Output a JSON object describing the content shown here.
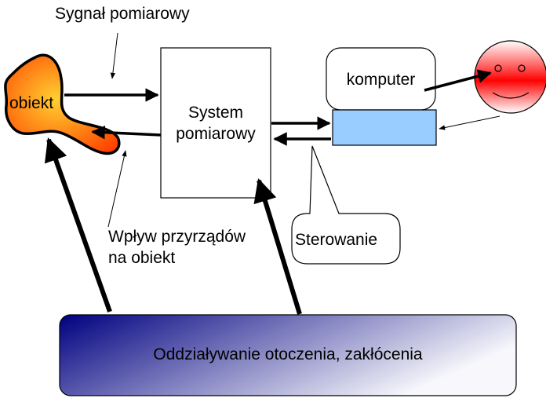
{
  "labels": {
    "measurement_signal": "Sygnał pomiarowy",
    "object": "obiekt",
    "system_line1": "System",
    "system_line2": "pomiarowy",
    "computer": "komputer",
    "instrument_influence_line1": "Wpływ przyrządów",
    "instrument_influence_line2": "na obiekt",
    "control": "Sterowanie",
    "environment": "Oddziaływanie otoczenia, zakłócenia"
  },
  "colors": {
    "object_fill_inner": "#ffd030",
    "object_fill_outer": "#ff4000",
    "interface_box": "#99ccff",
    "environment_dark": "#000080",
    "environment_light": "#f8f8fc",
    "face_red": "#ff0000",
    "arrow": "#000000"
  }
}
